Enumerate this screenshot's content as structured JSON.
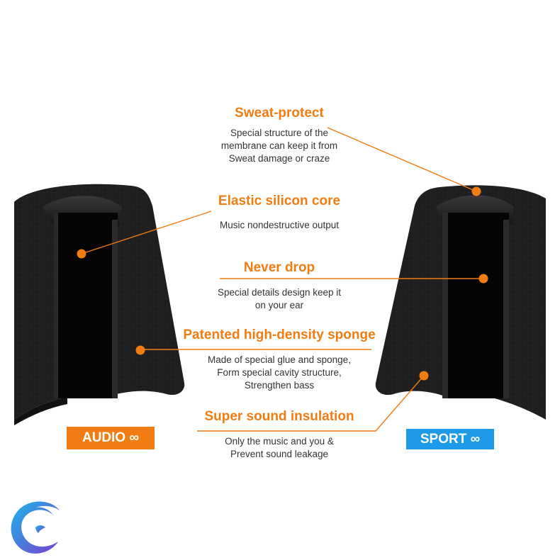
{
  "features": [
    {
      "id": "sweat-protect",
      "title": "Sweat-protect",
      "desc": [
        "Special structure of the",
        "membrane can keep it from",
        "Sweat damage or craze"
      ]
    },
    {
      "id": "elastic-core",
      "title": "Elastic silicon core",
      "desc": [
        "Music nondestructive output"
      ]
    },
    {
      "id": "never-drop",
      "title": "Never drop",
      "desc": [
        "Special details design keep it",
        "on your ear"
      ]
    },
    {
      "id": "sponge",
      "title": "Patented high-density sponge",
      "desc": [
        "Made of special glue and sponge,",
        "Form special cavity structure,",
        "Strengthen bass"
      ]
    },
    {
      "id": "insulation",
      "title": "Super sound insulation",
      "desc": [
        "Only the music and you &",
        "Prevent sound leakage"
      ]
    }
  ],
  "badges": {
    "audio": {
      "label": "AUDIO ∞",
      "color": "#f07c12"
    },
    "sport": {
      "label": "SPORT ∞",
      "color": "#1e9be8"
    }
  },
  "colors": {
    "accent": "#f07c12",
    "text": "#333333",
    "foam": "#1c1c1c"
  },
  "logo": {
    "icon": "wave-c-logo-icon"
  }
}
